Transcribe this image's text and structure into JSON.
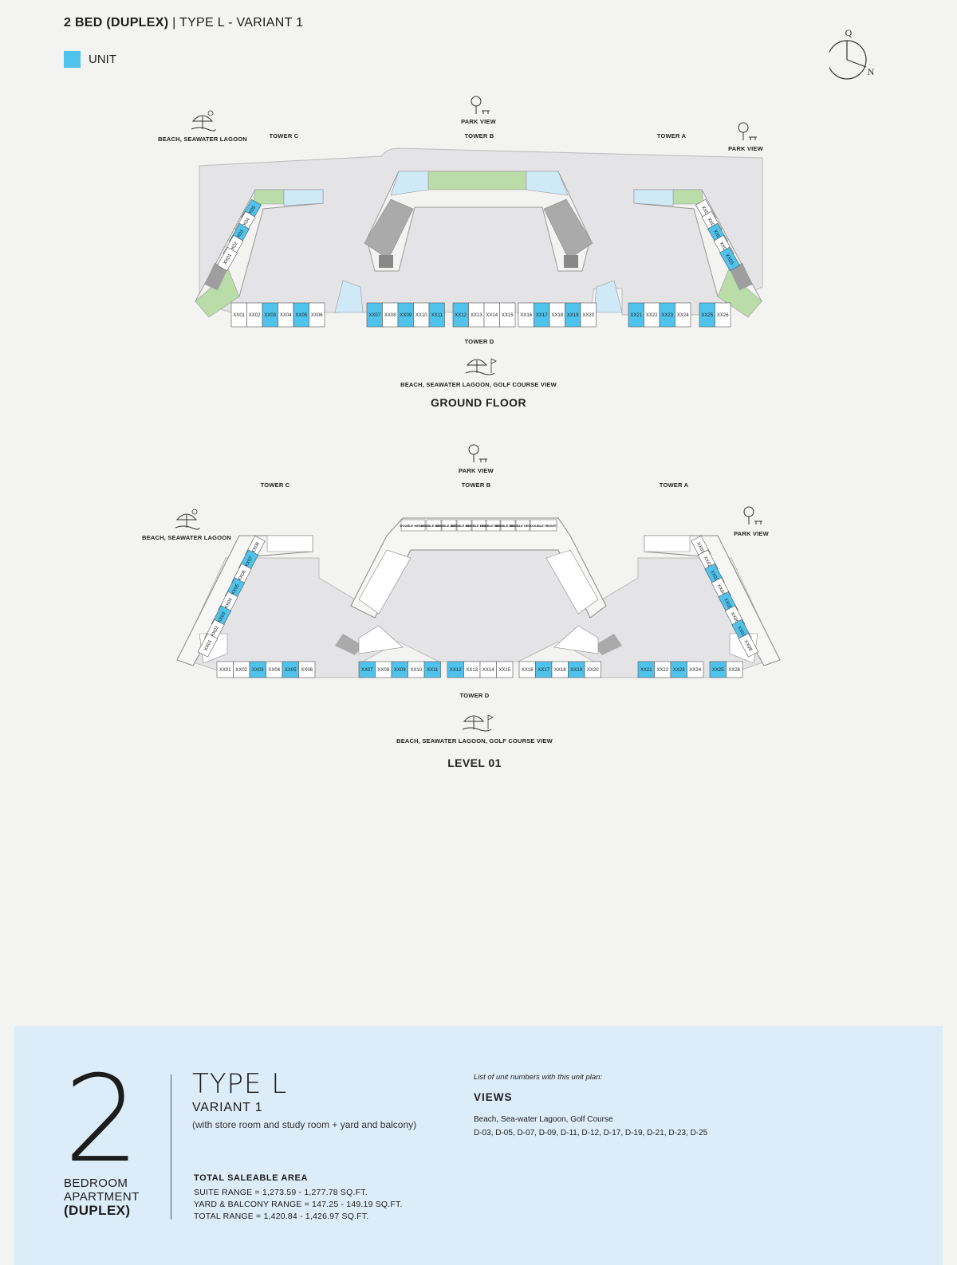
{
  "header": {
    "title_bold": "2 BED (DUPLEX)",
    "title_rest": "| TYPE L - VARIANT 1",
    "legend_label": "UNIT",
    "legend_color": "#4fc3ec"
  },
  "compass": {
    "top_letter": "Q",
    "side_letter": "N"
  },
  "ground_floor": {
    "floor_label": "GROUND FLOOR",
    "tower_a": "TOWER A",
    "tower_b": "TOWER B",
    "tower_c": "TOWER C",
    "tower_d": "TOWER D",
    "view_top": "PARK VIEW",
    "view_right": "PARK VIEW",
    "view_left": "BEACH, SEAWATER LAGOON",
    "view_bottom": "BEACH, SEAWATER LAGOON, GOLF COURSE VIEW",
    "left_units": [
      "XX05",
      "XX04",
      "XX03",
      "XX02",
      "XX01"
    ],
    "right_units": [
      "XX01",
      "XX02",
      "XX03",
      "XX04",
      "XX05"
    ],
    "bottom_units": [
      "XX01",
      "XX02",
      "XX03",
      "XX04",
      "XX05",
      "XX06",
      "XX07",
      "XX08",
      "XX09",
      "XX10",
      "XX11",
      "XX12",
      "XX13",
      "XX14",
      "XX15",
      "XX16",
      "XX17",
      "XX18",
      "XX19",
      "XX20",
      "XX21",
      "XX22",
      "XX23",
      "XX24",
      "XX25",
      "XX26"
    ],
    "highlighted": [
      "XX03",
      "XX05",
      "XX07",
      "XX09",
      "XX11",
      "XX12",
      "XX17",
      "XX19",
      "XX21",
      "XX23",
      "XX25"
    ]
  },
  "level_01": {
    "floor_label": "LEVEL 01",
    "tower_a": "TOWER A",
    "tower_b": "TOWER B",
    "tower_c": "TOWER C",
    "tower_d": "TOWER D",
    "view_top": "PARK VIEW",
    "view_right": "PARK VIEW",
    "view_left": "BEACH, SEAWATER LAGOON",
    "view_bottom": "BEACH, SEAWATER LAGOON, GOLF COURSE VIEW",
    "left_units": [
      "XX08",
      "XX07",
      "XX06",
      "XX05",
      "XX04",
      "XX03",
      "XX02",
      "XX01"
    ],
    "right_units": [
      "XX01",
      "XX02",
      "XX03",
      "XX04",
      "XX05",
      "XX06",
      "XX07",
      "XX08"
    ],
    "bottom_units": [
      "XX01",
      "XX02",
      "XX03",
      "XX04",
      "XX05",
      "XX06",
      "XX07",
      "XX08",
      "XX09",
      "XX10",
      "XX11",
      "XX12",
      "XX13",
      "XX14",
      "XX15",
      "XX16",
      "XX17",
      "XX18",
      "XX19",
      "XX20",
      "XX21",
      "XX22",
      "XX23",
      "XX24",
      "XX25",
      "XX26"
    ],
    "highlighted": [
      "XX03",
      "XX05",
      "XX07",
      "XX09",
      "XX11",
      "XX12",
      "XX17",
      "XX19",
      "XX21",
      "XX23",
      "XX25"
    ],
    "double_height": "DOUBLE HEIGHT"
  },
  "footer": {
    "big_number": "2",
    "bedroom_line1": "BEDROOM",
    "bedroom_line2": "APARTMENT",
    "bedroom_line3": "(DUPLEX)",
    "type_title": "TYPE L",
    "variant": "VARIANT 1",
    "variant_desc": "(with store room and study room + yard and balcony)",
    "list_note": "List of unit numbers with this unit plan:",
    "views_heading": "VIEWS",
    "views_text": "Beach, Sea-water Lagoon, Golf Course",
    "unit_numbers": "D-03, D-05, D-07, D-09, D-11, D-12, D-17, D-19, D-21, D-23, D-25",
    "area_heading": "TOTAL SALEABLE AREA",
    "suite_range": "SUITE RANGE = 1,273.59 - 1,277.78 SQ.FT.",
    "yard_range": "YARD & BALCONY RANGE = 147.25 - 149.19 SQ.FT.",
    "total_range": "TOTAL RANGE = 1,420.84 - 1,426.97 SQ.FT."
  },
  "colors": {
    "unit_highlight": "#4fc3ec",
    "corridor": "#cfe9f7",
    "podium": "#e4e4e6",
    "core": "#9e9e9e",
    "green": "#b9dca9",
    "footer_bg": "#dcedf9"
  }
}
